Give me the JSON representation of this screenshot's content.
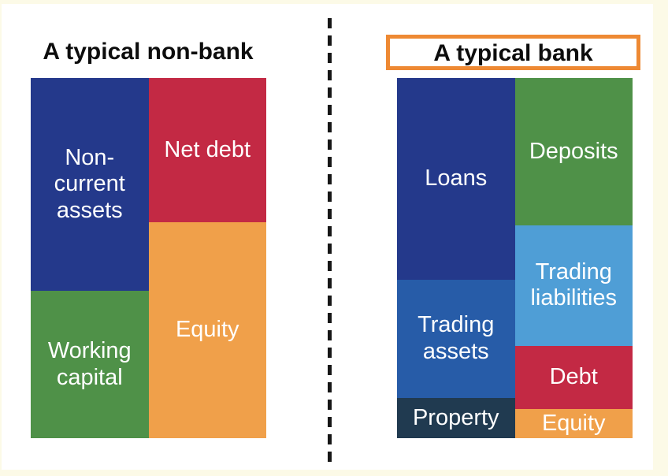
{
  "page": {
    "background_color": "#fcfae7",
    "panel_color": "#ffffff",
    "divider_color": "#161616",
    "title_box_border_color": "#ee8933"
  },
  "colors": {
    "dark_blue": "#24398b",
    "mid_blue": "#275ca8",
    "light_blue": "#4f9ed6",
    "navy": "#203a50",
    "green": "#4f9148",
    "red": "#c32944",
    "orange": "#f0a04a",
    "label_text": "#ffffff",
    "title_text": "#0d0d0d"
  },
  "panels": [
    {
      "title": "A typical non-bank",
      "columns": [
        {
          "name": "assets",
          "segments": [
            {
              "label": "Non-\ncurrent\nassets",
              "color": "#24398b",
              "height": "59.1%"
            },
            {
              "label": "Working\ncapital",
              "color": "#4f9148",
              "height": "40.9%"
            }
          ]
        },
        {
          "name": "liabilities-and-equity",
          "segments": [
            {
              "label": "Net debt",
              "color": "#c32944",
              "height": "40.0%"
            },
            {
              "label": "Equity",
              "color": "#f0a04a",
              "height": "60.0%"
            }
          ]
        }
      ]
    },
    {
      "title": "A typical bank",
      "columns": [
        {
          "name": "assets",
          "segments": [
            {
              "label": "Loans",
              "color": "#24398b",
              "height": "56.0%"
            },
            {
              "label": "Trading\nassets",
              "color": "#275ca8",
              "height": "32.8%"
            },
            {
              "label": "Property",
              "color": "#203a50",
              "height": "11.2%"
            }
          ]
        },
        {
          "name": "liabilities-and-equity",
          "segments": [
            {
              "label": "Deposits",
              "color": "#4f9148",
              "height": "40.9%"
            },
            {
              "label": "Trading\nliabilities",
              "color": "#4f9ed6",
              "height": "33.5%"
            },
            {
              "label": "Debt",
              "color": "#c32944",
              "height": "17.5%"
            },
            {
              "label": "Equity",
              "color": "#f0a04a",
              "height": "8.1%"
            }
          ]
        }
      ]
    }
  ]
}
